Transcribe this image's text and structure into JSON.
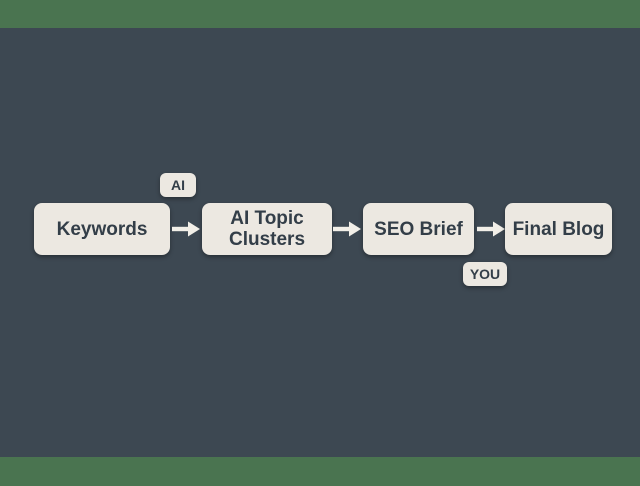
{
  "colors": {
    "green": "#4a7450",
    "slate": "#3d4852",
    "cream": "#ece8e1",
    "ink": "#333e48",
    "arrow": "#f2efe8"
  },
  "flow": {
    "title": "",
    "nodes": [
      {
        "label": "Keywords"
      },
      {
        "label": "AI Topic Clusters"
      },
      {
        "label": "SEO Brief"
      },
      {
        "label": "Final Blog"
      }
    ],
    "connections": [
      {
        "from": "Keywords",
        "to": "AI Topic Clusters",
        "label": "AI",
        "label_position": "above"
      },
      {
        "from": "AI Topic Clusters",
        "to": "SEO Brief",
        "label": "",
        "label_position": ""
      },
      {
        "from": "SEO Brief",
        "to": "Final Blog",
        "label": "YOU",
        "label_position": "below"
      }
    ]
  }
}
